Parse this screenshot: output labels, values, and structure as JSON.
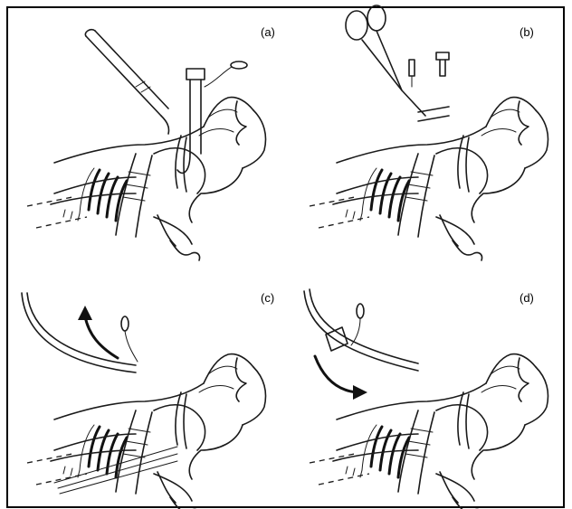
{
  "panels": [
    {
      "id": "a",
      "label": "(a)"
    },
    {
      "id": "b",
      "label": "(b)"
    },
    {
      "id": "c",
      "label": "(c)"
    },
    {
      "id": "d",
      "label": "(d)"
    }
  ]
}
